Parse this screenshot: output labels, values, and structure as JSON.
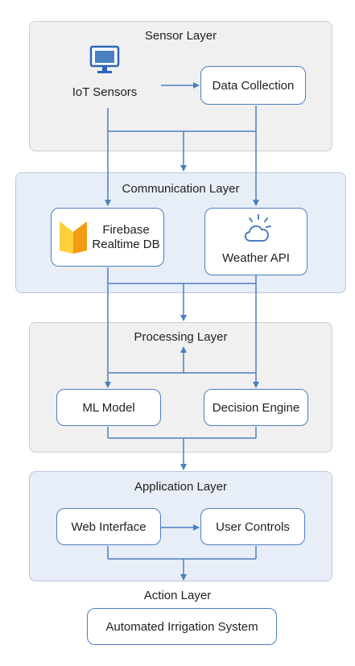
{
  "layers": {
    "sensor": "Sensor Layer",
    "communication": "Communication Layer",
    "processing": "Processing Layer",
    "application": "Application Layer",
    "action": "Action Layer"
  },
  "nodes": {
    "iot_sensors": "IoT Sensors",
    "data_collection": "Data Collection",
    "firebase_line1": "Firebase",
    "firebase_line2": "Realtime DB",
    "weather_api": "Weather API",
    "ml_model": "ML Model",
    "decision_engine": "Decision Engine",
    "web_interface": "Web Interface",
    "user_controls": "User Controls",
    "irrigation": "Automated Irrigation System"
  },
  "icons": {
    "iot_sensors": "monitor-icon",
    "firebase": "firebase-icon",
    "weather_api": "weather-cloud-sun-icon"
  },
  "colors": {
    "arrow": "#4a7fc1",
    "box_border": "#4a7fc1",
    "gray_layer": "#f0f0f0",
    "blue_layer": "#e8eef7",
    "firebase_yellow": "#f8b400"
  }
}
